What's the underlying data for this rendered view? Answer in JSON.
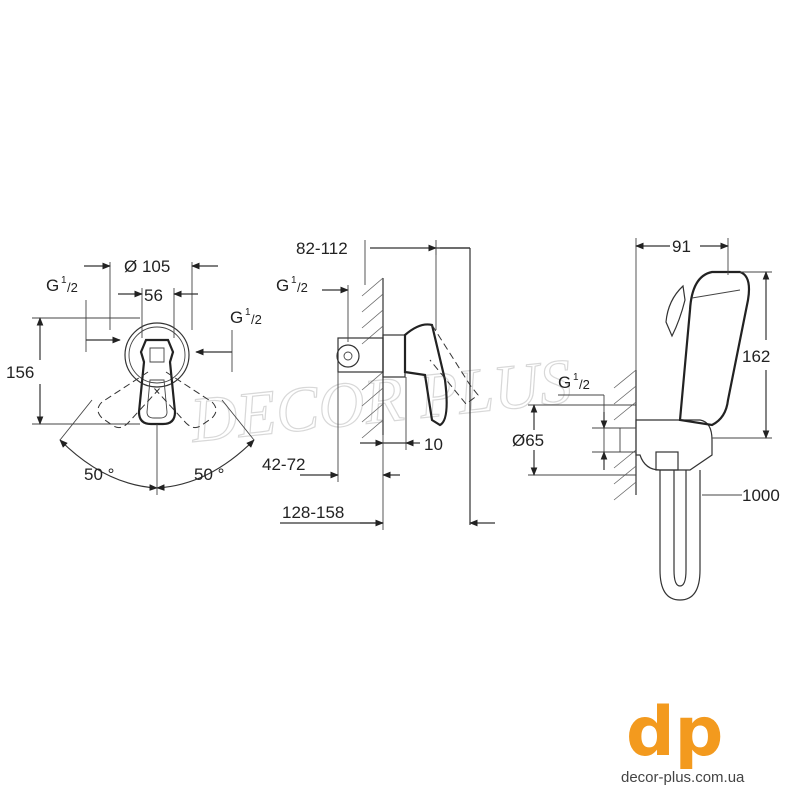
{
  "watermark": "DECOR PLUS",
  "front_view": {
    "dim_diameter": "Ø 105",
    "dim_width": "56",
    "dim_height": "156",
    "thread_left": "G",
    "thread_left_sup": "1",
    "thread_left_sub": "/2",
    "thread_right": "G",
    "thread_right_sup": "1",
    "thread_right_sub": "/2",
    "angle_left": "50 °",
    "angle_right": "50 °"
  },
  "side_view": {
    "dim_top": "82-112",
    "thread": "G",
    "thread_sup": "1",
    "thread_sub": "/2",
    "dim_10": "10",
    "dim_depth": "42-72",
    "dim_total": "128-158"
  },
  "spray_view": {
    "dim_width": "91",
    "dim_height": "162",
    "thread": "G",
    "thread_sup": "1",
    "thread_sub": "/2",
    "dim_diameter": "Ø65",
    "dim_hose": "1000"
  },
  "brand": {
    "logo": "dp",
    "url": "decor-plus.com.ua",
    "logo_color": "#F39A1E"
  }
}
